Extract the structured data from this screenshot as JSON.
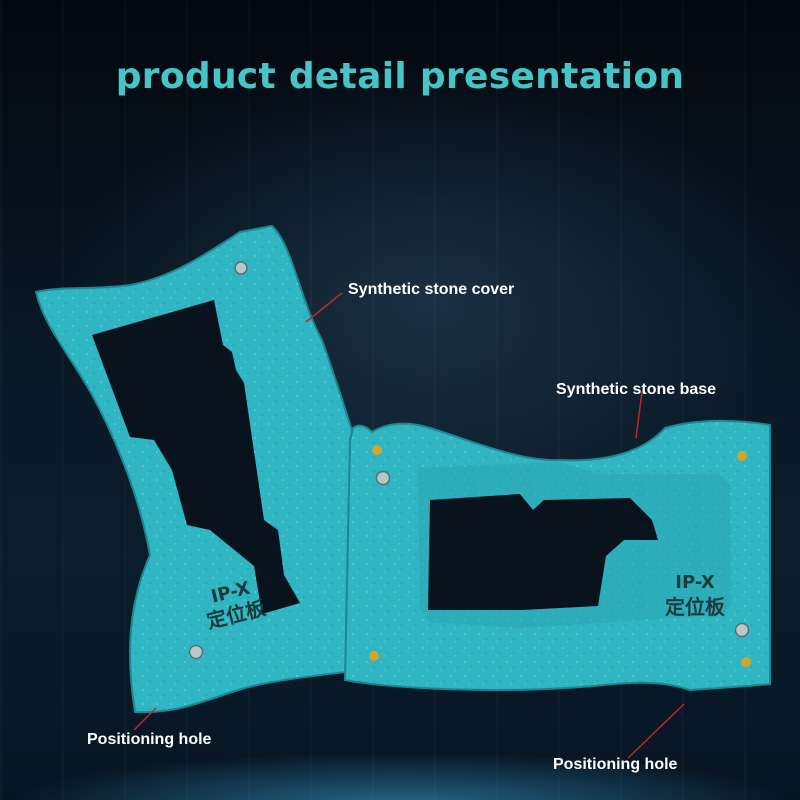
{
  "title": "product detail presentation",
  "labels": {
    "cover": "Synthetic stone cover",
    "base": "Synthetic stone base",
    "hole_left": "Positioning hole",
    "hole_right": "Positioning hole"
  },
  "engraving": {
    "model": "IP-X",
    "name": "定位板"
  },
  "colors": {
    "title": "#47c5c6",
    "stone": "#2fb6c2",
    "pointer": "#c0262c"
  }
}
